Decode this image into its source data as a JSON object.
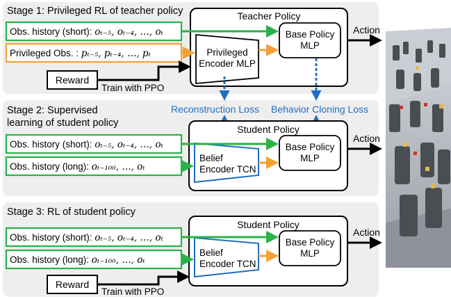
{
  "stage1": {
    "title": "Stage 1: Privileged RL of teacher policy",
    "obs_short_label": "Obs. history (short): ",
    "obs_short_math": "oₜ₋₅, oₜ₋₄, …, oₜ",
    "priv_label": "Privileged Obs. : ",
    "priv_math": "pₜ₋₅, pₜ₋₄, …, pₜ",
    "reward": "Reward",
    "train": "Train with PPO",
    "policy_title": "Teacher Policy",
    "encoder_line1": "Privileged",
    "encoder_line2": "Encoder MLP",
    "base_line1": "Base Policy",
    "base_line2": "MLP",
    "action": "Action"
  },
  "losses": {
    "reconstruction": "Reconstruction Loss",
    "behavior": "Behavior Cloning Loss"
  },
  "stage2": {
    "title_line1": "Stage 2: Supervised",
    "title_line2": "learning of student policy",
    "obs_short_label": "Obs. history (short): ",
    "obs_short_math": "oₜ₋₅, oₜ₋₄, …, oₜ",
    "obs_long_label": "Obs. history (long): ",
    "obs_long_math": "oₜ₋₁₀₀, …, oₜ",
    "policy_title": "Student Policy",
    "encoder_line1": "Belief",
    "encoder_line2": "Encoder TCN",
    "base_line1": "Base Policy",
    "base_line2": "MLP",
    "action": "Action"
  },
  "stage3": {
    "title": "Stage 3: RL of student policy",
    "obs_short_label": "Obs. history (short): ",
    "obs_short_math": "oₜ₋₅, oₜ₋₄, …, oₜ",
    "obs_long_label": "Obs. history (long): ",
    "obs_long_math": "oₜ₋₁₀₀, …, oₜ",
    "reward": "Reward",
    "train": "Train with PPO",
    "policy_title": "Student Policy",
    "encoder_line1": "Belief",
    "encoder_line2": "Encoder TCN",
    "base_line1": "Base Policy",
    "base_line2": "MLP",
    "action": "Action"
  },
  "colors": {
    "green": "#2ab24a",
    "orange": "#f5a033",
    "blue": "#1f6fc0",
    "panel": "#eeeeee"
  }
}
